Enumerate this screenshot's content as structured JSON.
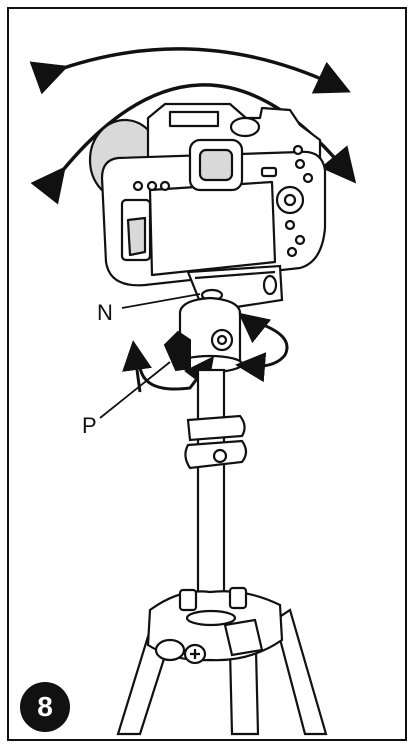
{
  "labels": {
    "N": "N",
    "P": "P"
  },
  "step": {
    "number": "8"
  },
  "colors": {
    "ink": "#111111",
    "fill": "#ffffff",
    "shade": "#d9d9d9"
  },
  "icons": {
    "camera": "camera-icon",
    "tripod": "tripod-icon",
    "arrows": [
      "tilt-arrow-icon",
      "pan-arrow-icon",
      "rotate-arrow-icon"
    ]
  }
}
